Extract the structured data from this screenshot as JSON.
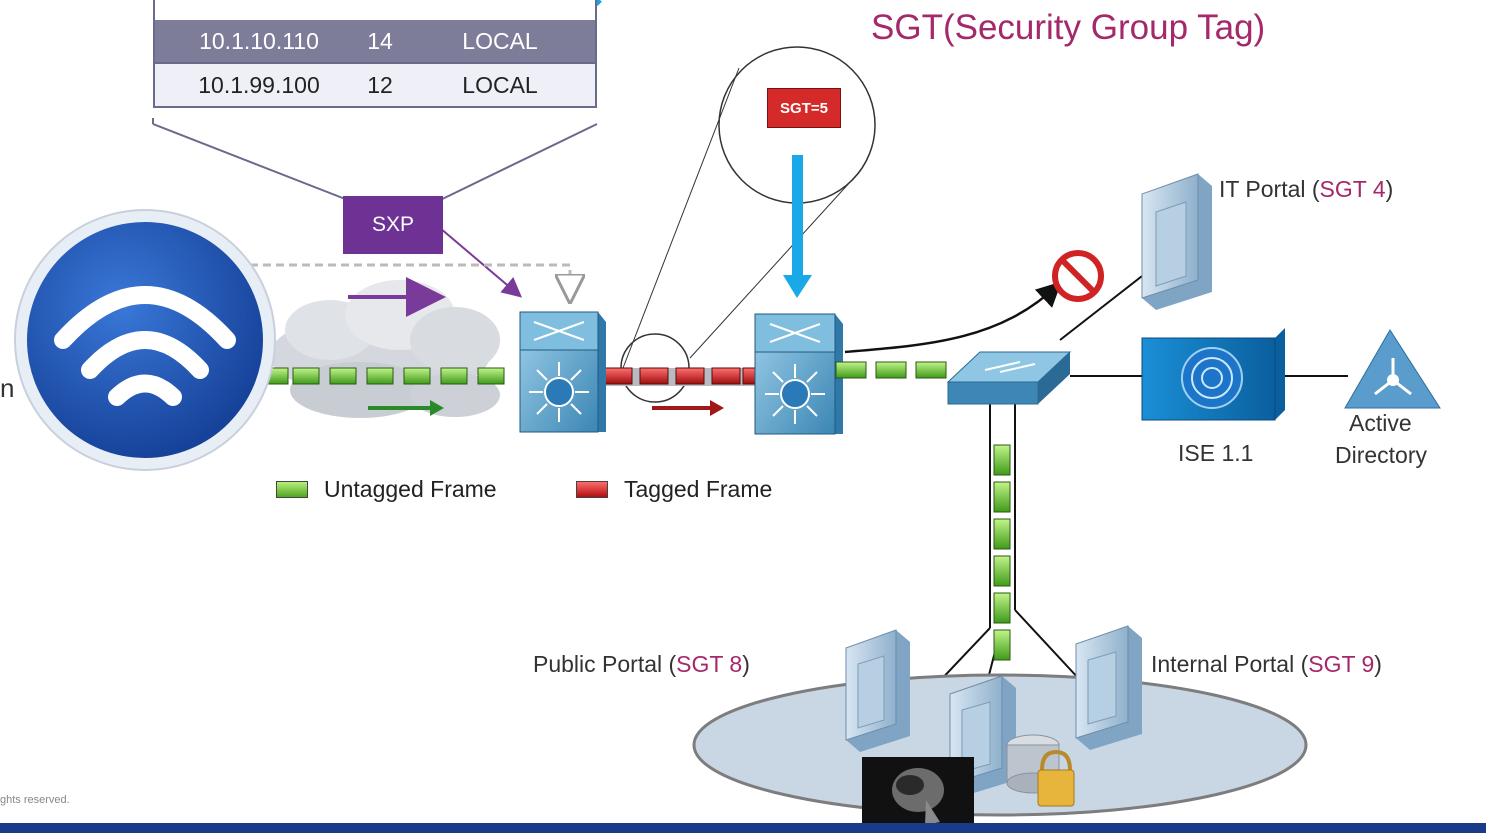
{
  "title": "SGT(Security Group Tag)",
  "mapping_table": {
    "rows": [
      {
        "ip": "10.1.10.110",
        "sgt": "14",
        "source": "LOCAL"
      },
      {
        "ip": "10.1.99.100",
        "sgt": "12",
        "source": "LOCAL"
      }
    ]
  },
  "sxp_label": "SXP",
  "sgt_badge": "SGT=5",
  "nodes": {
    "it_portal": {
      "name": "IT Portal (",
      "tag": "SGT 4",
      "close": ")"
    },
    "ise": {
      "name": "ISE 1.1"
    },
    "active_directory": {
      "line1": "Active",
      "line2": "Directory"
    },
    "public_portal": {
      "name": "Public Portal (",
      "tag": "SGT 8",
      "close": ")"
    },
    "internal_portal": {
      "name": "Internal Portal (",
      "tag": "SGT 9",
      "close": ")"
    }
  },
  "legend": {
    "untagged": "Untagged Frame",
    "tagged": "Tagged Frame"
  },
  "partial_text": "n",
  "copyright": "ghts reserved.",
  "colors": {
    "accent": "#a4286a",
    "sxp_purple": "#6e3295",
    "tagged_red": "#d42a2a",
    "untagged_green": "#5cc52a",
    "wifi_blue": "#1d4fa8",
    "arrow_blue": "#19a9e8"
  }
}
